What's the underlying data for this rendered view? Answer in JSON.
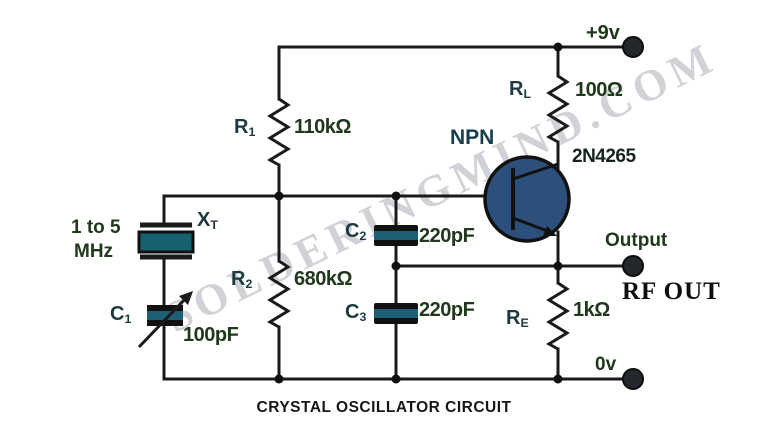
{
  "title": "CRYSTAL OSCILLATOR CIRCUIT",
  "watermark": "SOLDERINGMIND.COM",
  "rails": {
    "vcc": "+9v",
    "gnd": "0v"
  },
  "output": {
    "label": "Output",
    "rf": "RF OUT"
  },
  "transistor": {
    "type": "NPN",
    "part": "2N4265"
  },
  "components": {
    "r1": {
      "des": "R",
      "sub": "1",
      "value": "110kΩ"
    },
    "r2": {
      "des": "R",
      "sub": "2",
      "value": "680kΩ"
    },
    "rl": {
      "des": "R",
      "sub": "L",
      "value": "100Ω"
    },
    "re": {
      "des": "R",
      "sub": "E",
      "value": "1kΩ"
    },
    "c1": {
      "des": "C",
      "sub": "1",
      "value": "100pF"
    },
    "c2": {
      "des": "C",
      "sub": "2",
      "value": "220pF"
    },
    "c3": {
      "des": "C",
      "sub": "3",
      "value": "220pF"
    },
    "xt": {
      "des": "X",
      "sub": "T",
      "freq1": "1 to 5",
      "freq2": "MHz"
    }
  },
  "colors": {
    "wire": "#1a1a1a",
    "capacitor_teal": "#1d6075",
    "crystal_teal": "#17606f",
    "transistor_fill": "#2c4f7c",
    "designator_text": "#1c3a40",
    "value_text": "#20391c",
    "terminal_dot": "#24272b",
    "watermark_gray": "#a9adb6"
  }
}
